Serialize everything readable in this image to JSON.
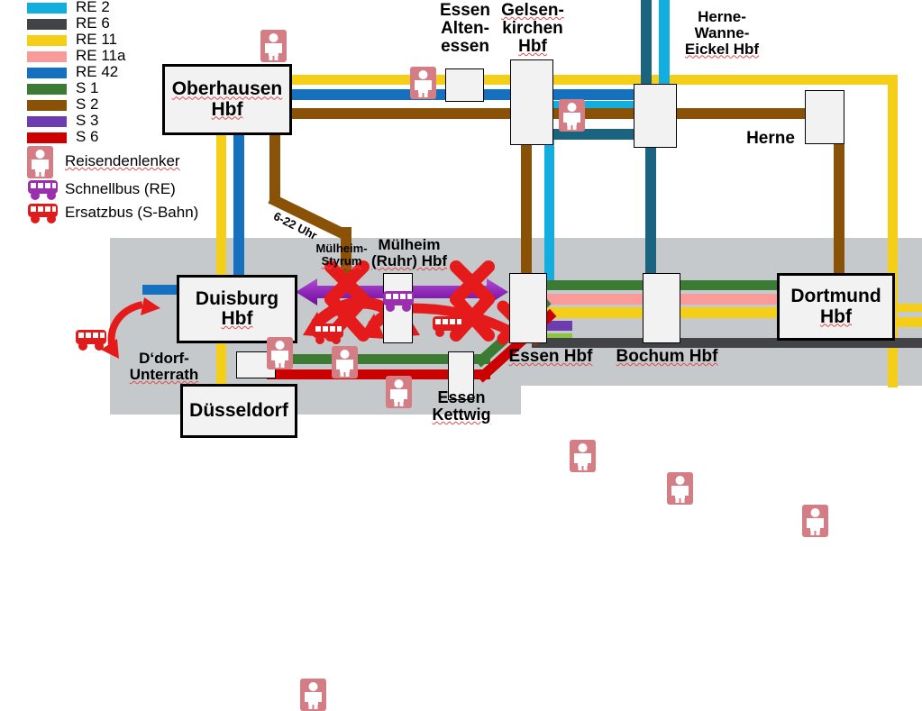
{
  "legend": {
    "lines": [
      {
        "label": "RE 2",
        "color": "#13AEE0"
      },
      {
        "label": "RE 6",
        "color": "#414347"
      },
      {
        "label": "RE 11",
        "color": "#F5CE17"
      },
      {
        "label": "RE 11a",
        "color": "#F99B9B"
      },
      {
        "label": "RE 42",
        "color": "#1571BF"
      },
      {
        "label": "S 1",
        "color": "#3B7B34"
      },
      {
        "label": "S 2",
        "color": "#8A5206"
      },
      {
        "label": "S 3",
        "color": "#6D3CAE"
      },
      {
        "label": "S 6",
        "color": "#CC0000"
      }
    ],
    "markers": [
      {
        "label": "Reisendenlenker",
        "icon": "person-icon",
        "color": "#d47d84"
      },
      {
        "label": "Schnellbus (RE)",
        "icon": "bus-icon-purple",
        "color": "#9B2FAE"
      },
      {
        "label": "Ersatzbus (S-Bahn)",
        "icon": "bus-icon-red",
        "color": "#E01B1B"
      }
    ]
  },
  "stations": {
    "oberhausen": "Oberhausen Hbf",
    "essen_altenessen": "Essen Alten- essen",
    "essen_altenessen_l1": "Essen",
    "essen_altenessen_l2": "Alten-",
    "essen_altenessen_l3": "essen",
    "gelsenkirchen_l1": "Gelsen-",
    "gelsenkirchen_l2": "kirchen",
    "gelsenkirchen_l3": "Hbf",
    "herne_wanne_l1": "Herne-",
    "herne_wanne_l2": "Wanne-",
    "herne_wanne_l3": "Eickel Hbf",
    "herne": "Herne",
    "duisburg": "Duisburg Hbf",
    "duisburg_l1": "Duisburg",
    "duisburg_l2": "Hbf",
    "muelheim_styrum_l1": "Mülheim-",
    "muelheim_styrum_l2": "Styrum",
    "muelheim_ruhr_l1": "Mülheim",
    "muelheim_ruhr_l2": "(Ruhr) Hbf",
    "essen_hbf": "Essen Hbf",
    "bochum_hbf": "Bochum Hbf",
    "dortmund_l1": "Dortmund",
    "dortmund_l2": "Hbf",
    "duesseldorf": "Düsseldorf",
    "essen_kettwig_l1": "Essen",
    "essen_kettwig_l2": "Kettwig",
    "ddorf_unterrath_l1": "D‘dorf-",
    "ddorf_unterrath_l2": "Unterrath"
  },
  "annotations": {
    "s2_hours": "6-22 Uhr"
  },
  "colors": {
    "background": "#ffffff",
    "gray_region": "#c5c9cc",
    "re2": "#13AEE0",
    "re6": "#414347",
    "re11": "#F5CE17",
    "re11a": "#F99B9B",
    "re42": "#1571BF",
    "re42_dark": "#1B6480",
    "s1": "#3B7B34",
    "s2": "#8A5206",
    "s3": "#6D3CAE",
    "s6": "#CC0000",
    "s_light_green": "#8BC53F",
    "disruption": "#E51B1B",
    "bus_purple": "#9B2FAE",
    "station_fill": "#f2f2f2",
    "person_badge": "#d47d84"
  }
}
